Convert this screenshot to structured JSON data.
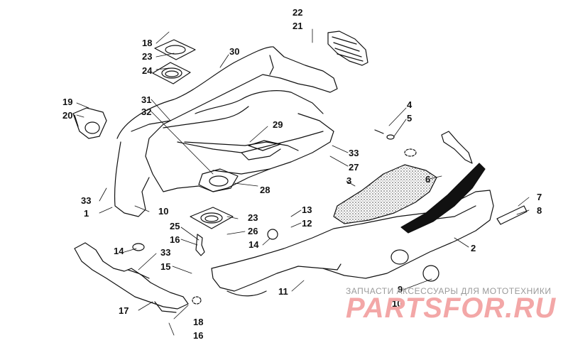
{
  "watermark": {
    "tagline": "ЗАПЧАСТИ  АКСЕССУАРЫ ДЛЯ МОТОТЕХНИКИ",
    "brand": "PARTSFOR.RU",
    "brand_color": "#f3a7a7"
  },
  "callouts": [
    {
      "id": "c22",
      "text": "22"
    },
    {
      "id": "c21",
      "text": "21"
    },
    {
      "id": "c18a",
      "text": "18"
    },
    {
      "id": "c23a",
      "text": "23"
    },
    {
      "id": "c24",
      "text": "24"
    },
    {
      "id": "c30",
      "text": "30"
    },
    {
      "id": "c19",
      "text": "19"
    },
    {
      "id": "c20",
      "text": "20"
    },
    {
      "id": "c31",
      "text": "31"
    },
    {
      "id": "c32",
      "text": "32"
    },
    {
      "id": "c29",
      "text": "29"
    },
    {
      "id": "c4",
      "text": "4"
    },
    {
      "id": "c5",
      "text": "5"
    },
    {
      "id": "c33a",
      "text": "33"
    },
    {
      "id": "c27",
      "text": "27"
    },
    {
      "id": "c3",
      "text": "3"
    },
    {
      "id": "c6",
      "text": "6"
    },
    {
      "id": "c33b",
      "text": "33"
    },
    {
      "id": "c28",
      "text": "28"
    },
    {
      "id": "c1",
      "text": "1"
    },
    {
      "id": "c10a",
      "text": "10"
    },
    {
      "id": "c7",
      "text": "7"
    },
    {
      "id": "c8",
      "text": "8"
    },
    {
      "id": "c13",
      "text": "13"
    },
    {
      "id": "c23b",
      "text": "23"
    },
    {
      "id": "c12",
      "text": "12"
    },
    {
      "id": "c25",
      "text": "25"
    },
    {
      "id": "c26",
      "text": "26"
    },
    {
      "id": "c16a",
      "text": "16"
    },
    {
      "id": "c14a",
      "text": "14"
    },
    {
      "id": "c14b",
      "text": "14"
    },
    {
      "id": "c33c",
      "text": "33"
    },
    {
      "id": "c2",
      "text": "2"
    },
    {
      "id": "c15",
      "text": "15"
    },
    {
      "id": "c11",
      "text": "11"
    },
    {
      "id": "c9",
      "text": "9"
    },
    {
      "id": "c10b",
      "text": "10"
    },
    {
      "id": "c17",
      "text": "17"
    },
    {
      "id": "c18b",
      "text": "18"
    },
    {
      "id": "c16b",
      "text": "16"
    }
  ]
}
